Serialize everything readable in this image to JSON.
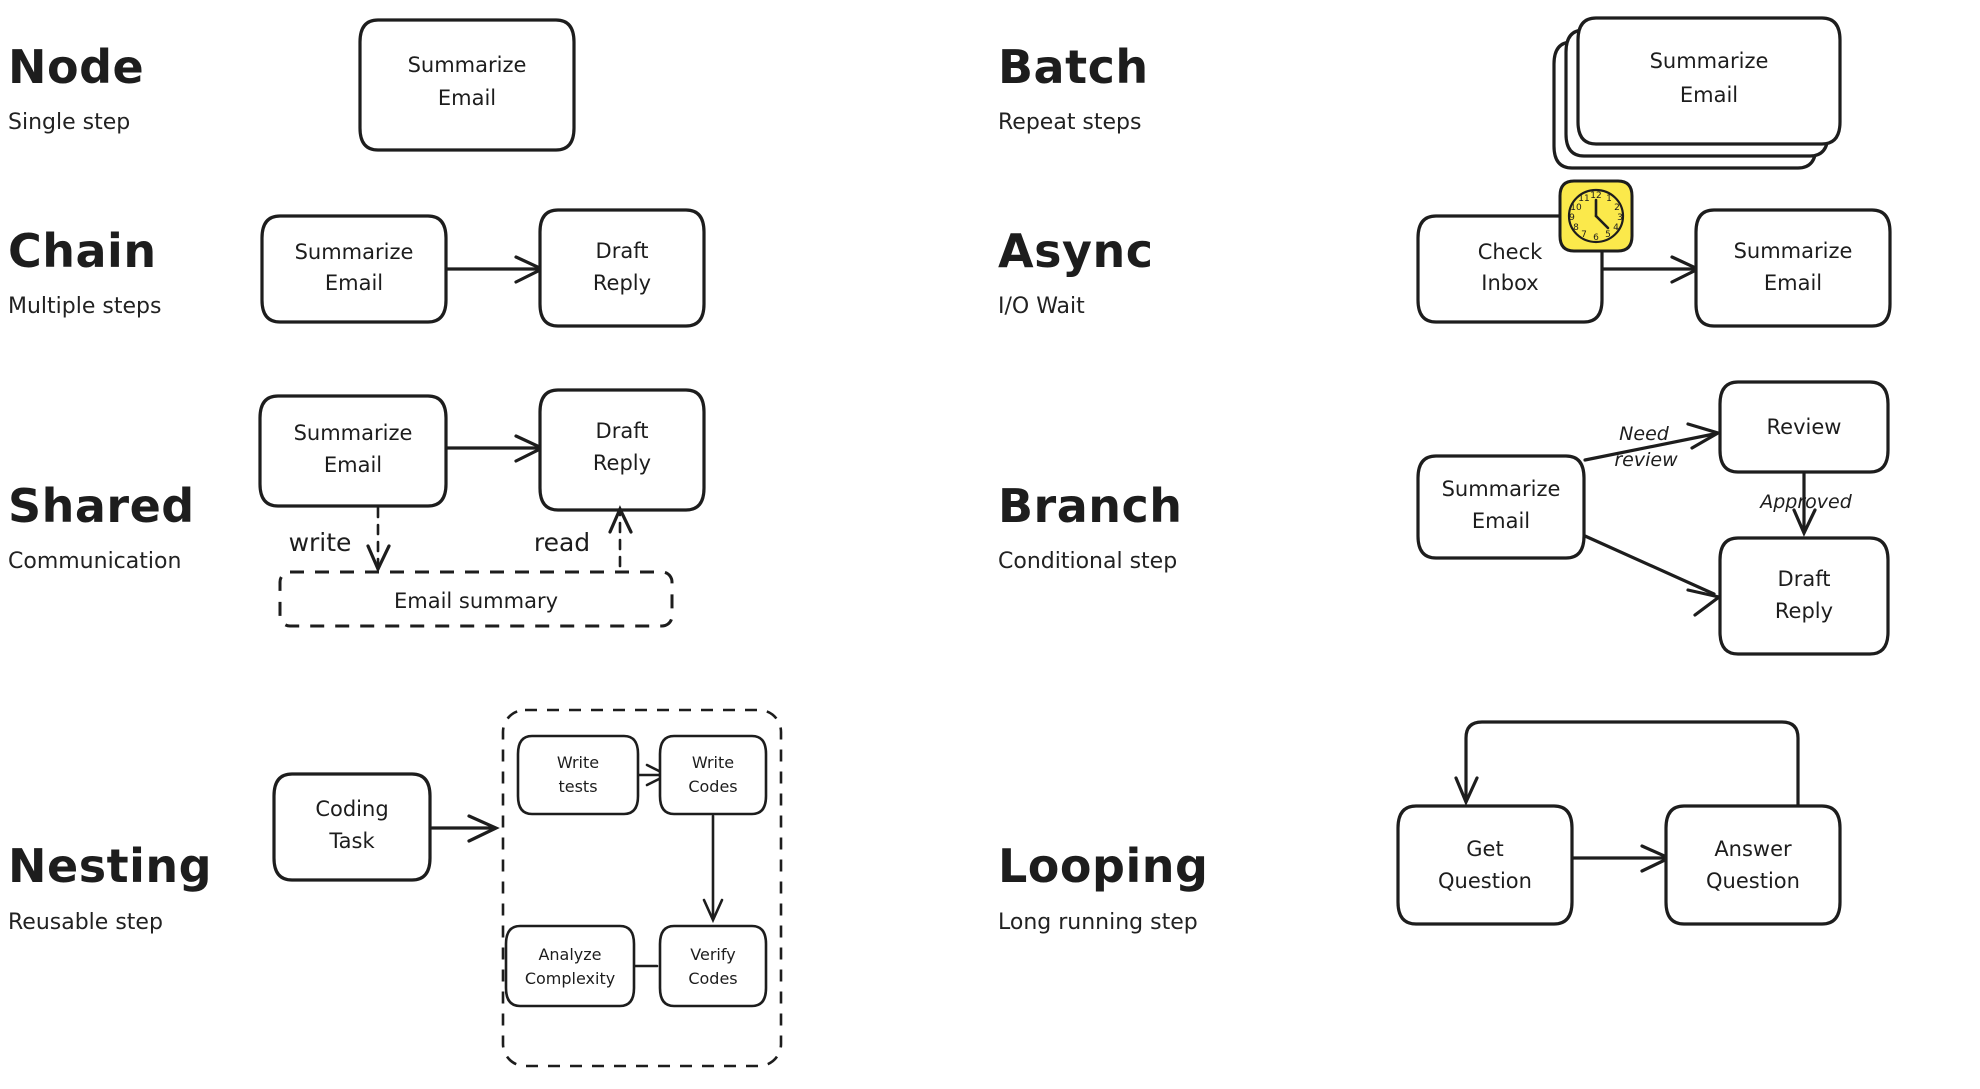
{
  "page": {
    "background_color": "#ffffff",
    "ink_color": "#1d1d1d",
    "accent_color": "#fbe94b"
  },
  "patterns": [
    {
      "id": "node",
      "title": "Node",
      "subtitle": "Single step",
      "nodes": [
        {
          "id": "n1",
          "label_line1": "Summarize",
          "label_line2": "Email"
        }
      ],
      "edges": []
    },
    {
      "id": "batch",
      "title": "Batch",
      "subtitle": "Repeat steps",
      "stack_count": 3,
      "nodes": [
        {
          "id": "b1",
          "label_line1": "Summarize",
          "label_line2": "Email"
        }
      ],
      "edges": []
    },
    {
      "id": "chain",
      "title": "Chain",
      "subtitle": "Multiple steps",
      "nodes": [
        {
          "id": "c1",
          "label_line1": "Summarize",
          "label_line2": "Email"
        },
        {
          "id": "c2",
          "label_line1": "Draft",
          "label_line2": "Reply"
        }
      ],
      "edges": [
        {
          "from": "c1",
          "to": "c2",
          "label": ""
        }
      ]
    },
    {
      "id": "async",
      "title": "Async",
      "subtitle": "I/O Wait",
      "icon": "clock-icon",
      "clock_numerals": [
        "12",
        "1",
        "2",
        "3",
        "4",
        "5",
        "6",
        "7",
        "8",
        "9",
        "10",
        "11"
      ],
      "nodes": [
        {
          "id": "a1",
          "label_line1": "Check",
          "label_line2": "Inbox"
        },
        {
          "id": "a2",
          "label_line1": "Summarize",
          "label_line2": "Email"
        }
      ],
      "edges": [
        {
          "from": "a1",
          "to": "a2",
          "label": ""
        }
      ]
    },
    {
      "id": "shared",
      "title": "Shared",
      "subtitle": "Communication",
      "nodes": [
        {
          "id": "s1",
          "label_line1": "Summarize",
          "label_line2": "Email"
        },
        {
          "id": "s2",
          "label_line1": "Draft",
          "label_line2": "Reply"
        }
      ],
      "store": {
        "id": "store",
        "label": "Email summary",
        "style": "dashed"
      },
      "edges": [
        {
          "from": "s1",
          "to": "s2",
          "label": ""
        },
        {
          "from": "s1",
          "to": "store",
          "label": "write",
          "style": "dashed"
        },
        {
          "from": "store",
          "to": "s2",
          "label": "read",
          "style": "dashed"
        }
      ]
    },
    {
      "id": "branch",
      "title": "Branch",
      "subtitle": "Conditional step",
      "nodes": [
        {
          "id": "br1",
          "label_line1": "Summarize",
          "label_line2": "Email"
        },
        {
          "id": "br2",
          "label_line1": "Review",
          "label_line2": ""
        },
        {
          "id": "br3",
          "label_line1": "Draft",
          "label_line2": "Reply"
        }
      ],
      "edges": [
        {
          "from": "br1",
          "to": "br2",
          "label_line1": "Need",
          "label_line2": "review"
        },
        {
          "from": "br2",
          "to": "br3",
          "label_line1": "Approved",
          "label_line2": ""
        },
        {
          "from": "br1",
          "to": "br3",
          "label_line1": "",
          "label_line2": ""
        }
      ]
    },
    {
      "id": "nesting",
      "title": "Nesting",
      "subtitle": "Reusable step",
      "nodes": [
        {
          "id": "ne1",
          "label_line1": "Coding",
          "label_line2": "Task"
        }
      ],
      "subgraph": {
        "style": "dashed",
        "nodes": [
          {
            "id": "sg1",
            "label_line1": "Write",
            "label_line2": "tests"
          },
          {
            "id": "sg2",
            "label_line1": "Write",
            "label_line2": "Codes"
          },
          {
            "id": "sg3",
            "label_line1": "Verify",
            "label_line2": "Codes"
          },
          {
            "id": "sg4",
            "label_line1": "Analyze",
            "label_line2": "Complexity"
          }
        ],
        "edges": [
          {
            "from": "sg1",
            "to": "sg2"
          },
          {
            "from": "sg2",
            "to": "sg3"
          },
          {
            "from": "sg3",
            "to": "sg4"
          }
        ]
      },
      "edges": [
        {
          "from": "ne1",
          "to": "sg1",
          "label": ""
        }
      ]
    },
    {
      "id": "looping",
      "title": "Looping",
      "subtitle": "Long running step",
      "nodes": [
        {
          "id": "lo1",
          "label_line1": "Get",
          "label_line2": "Question"
        },
        {
          "id": "lo2",
          "label_line1": "Answer",
          "label_line2": "Question"
        }
      ],
      "edges": [
        {
          "from": "lo1",
          "to": "lo2",
          "label": ""
        },
        {
          "from": "lo2",
          "to": "lo1",
          "label": "",
          "style": "loop-back"
        }
      ]
    }
  ]
}
